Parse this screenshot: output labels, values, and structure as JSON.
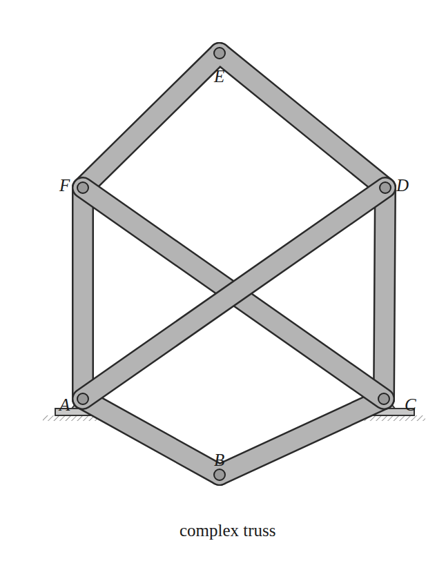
{
  "diagram": {
    "caption": "complex truss",
    "labels": [
      "E",
      "F",
      "D",
      "A",
      "C",
      "B"
    ]
  }
}
